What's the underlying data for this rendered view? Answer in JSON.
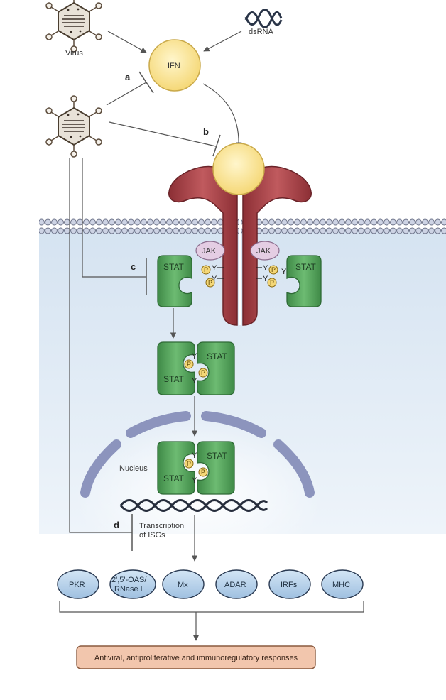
{
  "labels": {
    "virus": "Virus",
    "dsrna": "dsRNA",
    "ifn": "IFN",
    "nucleus": "Nucleus",
    "transcription_line1": "Transcription",
    "transcription_line2": "of ISGs",
    "response": "Antiviral, antiproliferative and immunoregulatory responses"
  },
  "panel_letters": {
    "a": "a",
    "b": "b",
    "c": "c",
    "d": "d"
  },
  "proteins": {
    "jak": "JAK",
    "stat": "STAT",
    "phospho": "P",
    "tyrosine": "Y"
  },
  "genes": {
    "pkr": "PKR",
    "oas_line1": "2',5'-OAS/",
    "oas_line2": "RNase L",
    "mx": "Mx",
    "adar": "ADAR",
    "irfs": "IRFs",
    "mhc": "MHC"
  },
  "colors": {
    "ifn_fill": "#fbe9a6",
    "ifn_stroke": "#c9a94a",
    "receptor": "#a8454a",
    "stat_fill": "#57a05c",
    "stat_stroke": "#2f6a36",
    "jak_fill": "#e4cde3",
    "membrane": "#c9cfe0",
    "cytoplasm": "#dfe9f4",
    "nuclear_envelope": "#8c94bd",
    "gene_fill": "#b8d2ea",
    "response_fill": "#f2c6ad"
  }
}
